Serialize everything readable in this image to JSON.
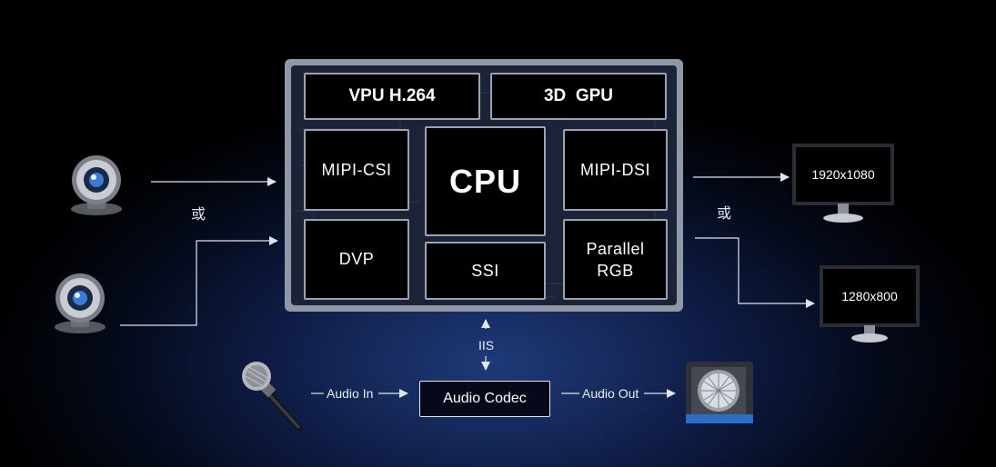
{
  "chip": {
    "blocks": {
      "vpu": "VPU H.264",
      "gpu": "3D  GPU",
      "mipi_csi": "MIPI-CSI",
      "cpu": "CPU",
      "mipi_dsi": "MIPI-DSI",
      "dvp": "DVP",
      "ssi": "SSI",
      "parallel_rgb_line1": "Parallel",
      "parallel_rgb_line2": "RGB"
    }
  },
  "labels": {
    "or_left": "或",
    "or_right": "或",
    "iis": "IIS",
    "audio_in": "Audio In",
    "audio_out": "Audio Out",
    "audio_codec": "Audio Codec"
  },
  "monitors": {
    "top": "1920x1080",
    "bottom": "1280x800"
  },
  "icons": [
    "camera-icon",
    "camera-icon",
    "microphone-icon",
    "speaker-icon",
    "monitor-icon",
    "monitor-icon"
  ],
  "colors": {
    "chip_frame": "#8f98a6",
    "chip_body": "#1c2336",
    "block_border": "#9aa3b2",
    "connector": "#dfe4ee"
  }
}
